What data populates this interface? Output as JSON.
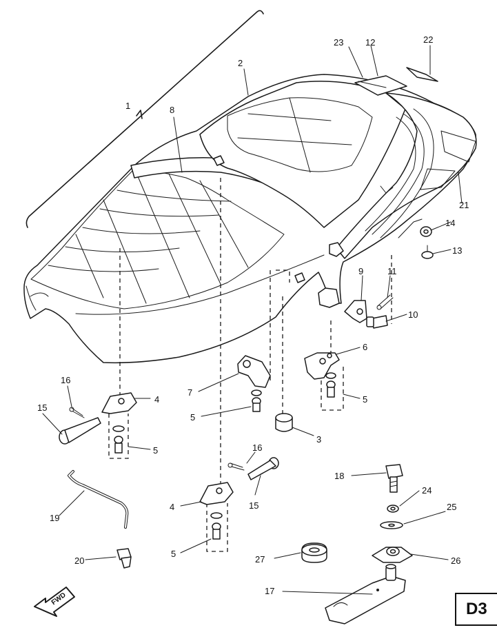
{
  "page_code": "D3",
  "fwd_label": "FWD",
  "callouts": {
    "n1": "1",
    "n2": "2",
    "n3": "3",
    "n4a": "4",
    "n4b": "4",
    "n5a": "5",
    "n5b": "5",
    "n5c": "5",
    "n5d": "5",
    "n6": "6",
    "n7": "7",
    "n8": "8",
    "n9": "9",
    "n10": "10",
    "n11": "11",
    "n12": "12",
    "n13": "13",
    "n14": "14",
    "n15a": "15",
    "n15b": "15",
    "n16a": "16",
    "n16b": "16",
    "n17": "17",
    "n18": "18",
    "n19": "19",
    "n20": "20",
    "n21": "21",
    "n22": "22",
    "n23": "23",
    "n24": "24",
    "n25": "25",
    "n26": "26",
    "n27": "27"
  }
}
